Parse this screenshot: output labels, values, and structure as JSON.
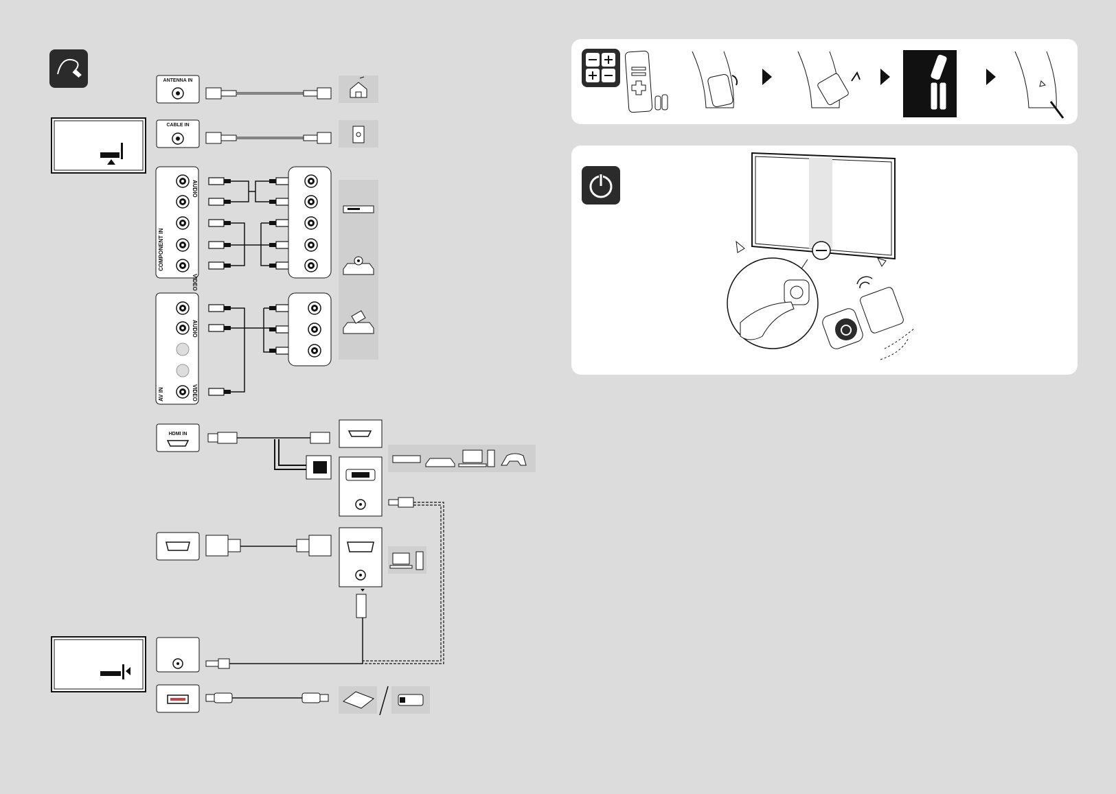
{
  "ports": {
    "antenna_in": "ANTENNA IN",
    "cable_in": "CABLE IN",
    "component_in": "COMPONENT IN",
    "component_video": "VIDEO",
    "component_audio": "AUDIO",
    "av_in": "AV IN",
    "av_video": "VIDEO",
    "av_audio": "AUDIO",
    "hdmi_in": "HDMI IN"
  },
  "colors": {
    "page_bg": "#dcdcdc",
    "panel_bg": "#ffffff",
    "device_bg": "#cfcfcf",
    "icon_tile": "#2b2b2b",
    "line": "#111111"
  },
  "icons": {
    "cable_section": "cable-plug-icon",
    "remote_section": "battery-polarity-icon",
    "power_section": "power-icon"
  }
}
